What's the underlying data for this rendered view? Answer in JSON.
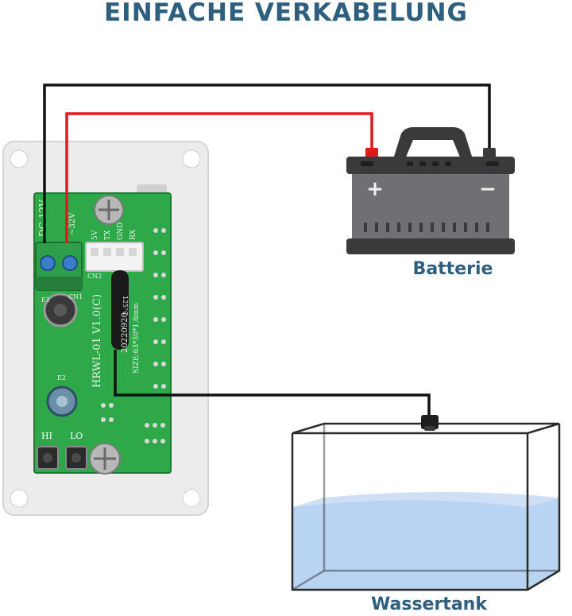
{
  "title": "EINFACHE VERKABELUNG",
  "battery": {
    "label": "Batterie",
    "plus": "+",
    "minus": "−"
  },
  "tank": {
    "label": "Wassertank"
  },
  "board": {
    "top_label": "DC-12V",
    "voltage": "~32V",
    "pin_labels": [
      "5V",
      "TX",
      "GND",
      "RX"
    ],
    "connector": "CN2",
    "terminal": "CN1",
    "cap1": "E1",
    "cap2": "E2",
    "model": "HRWL-01 V1.0(C)",
    "date": "20220920",
    "size": "SIZE:63*30*1.6mm",
    "sensor_text": "125°C",
    "button_hi": "HI",
    "button_lo": "LO"
  },
  "colors": {
    "title": "#2f5f7f",
    "accent": "#2f5f7f",
    "wire_red": "#e0191b",
    "wire_black": "#111111",
    "pcb": "#2fa84a",
    "battery_body": "#6f6f73",
    "water": "#b9d3f2"
  }
}
